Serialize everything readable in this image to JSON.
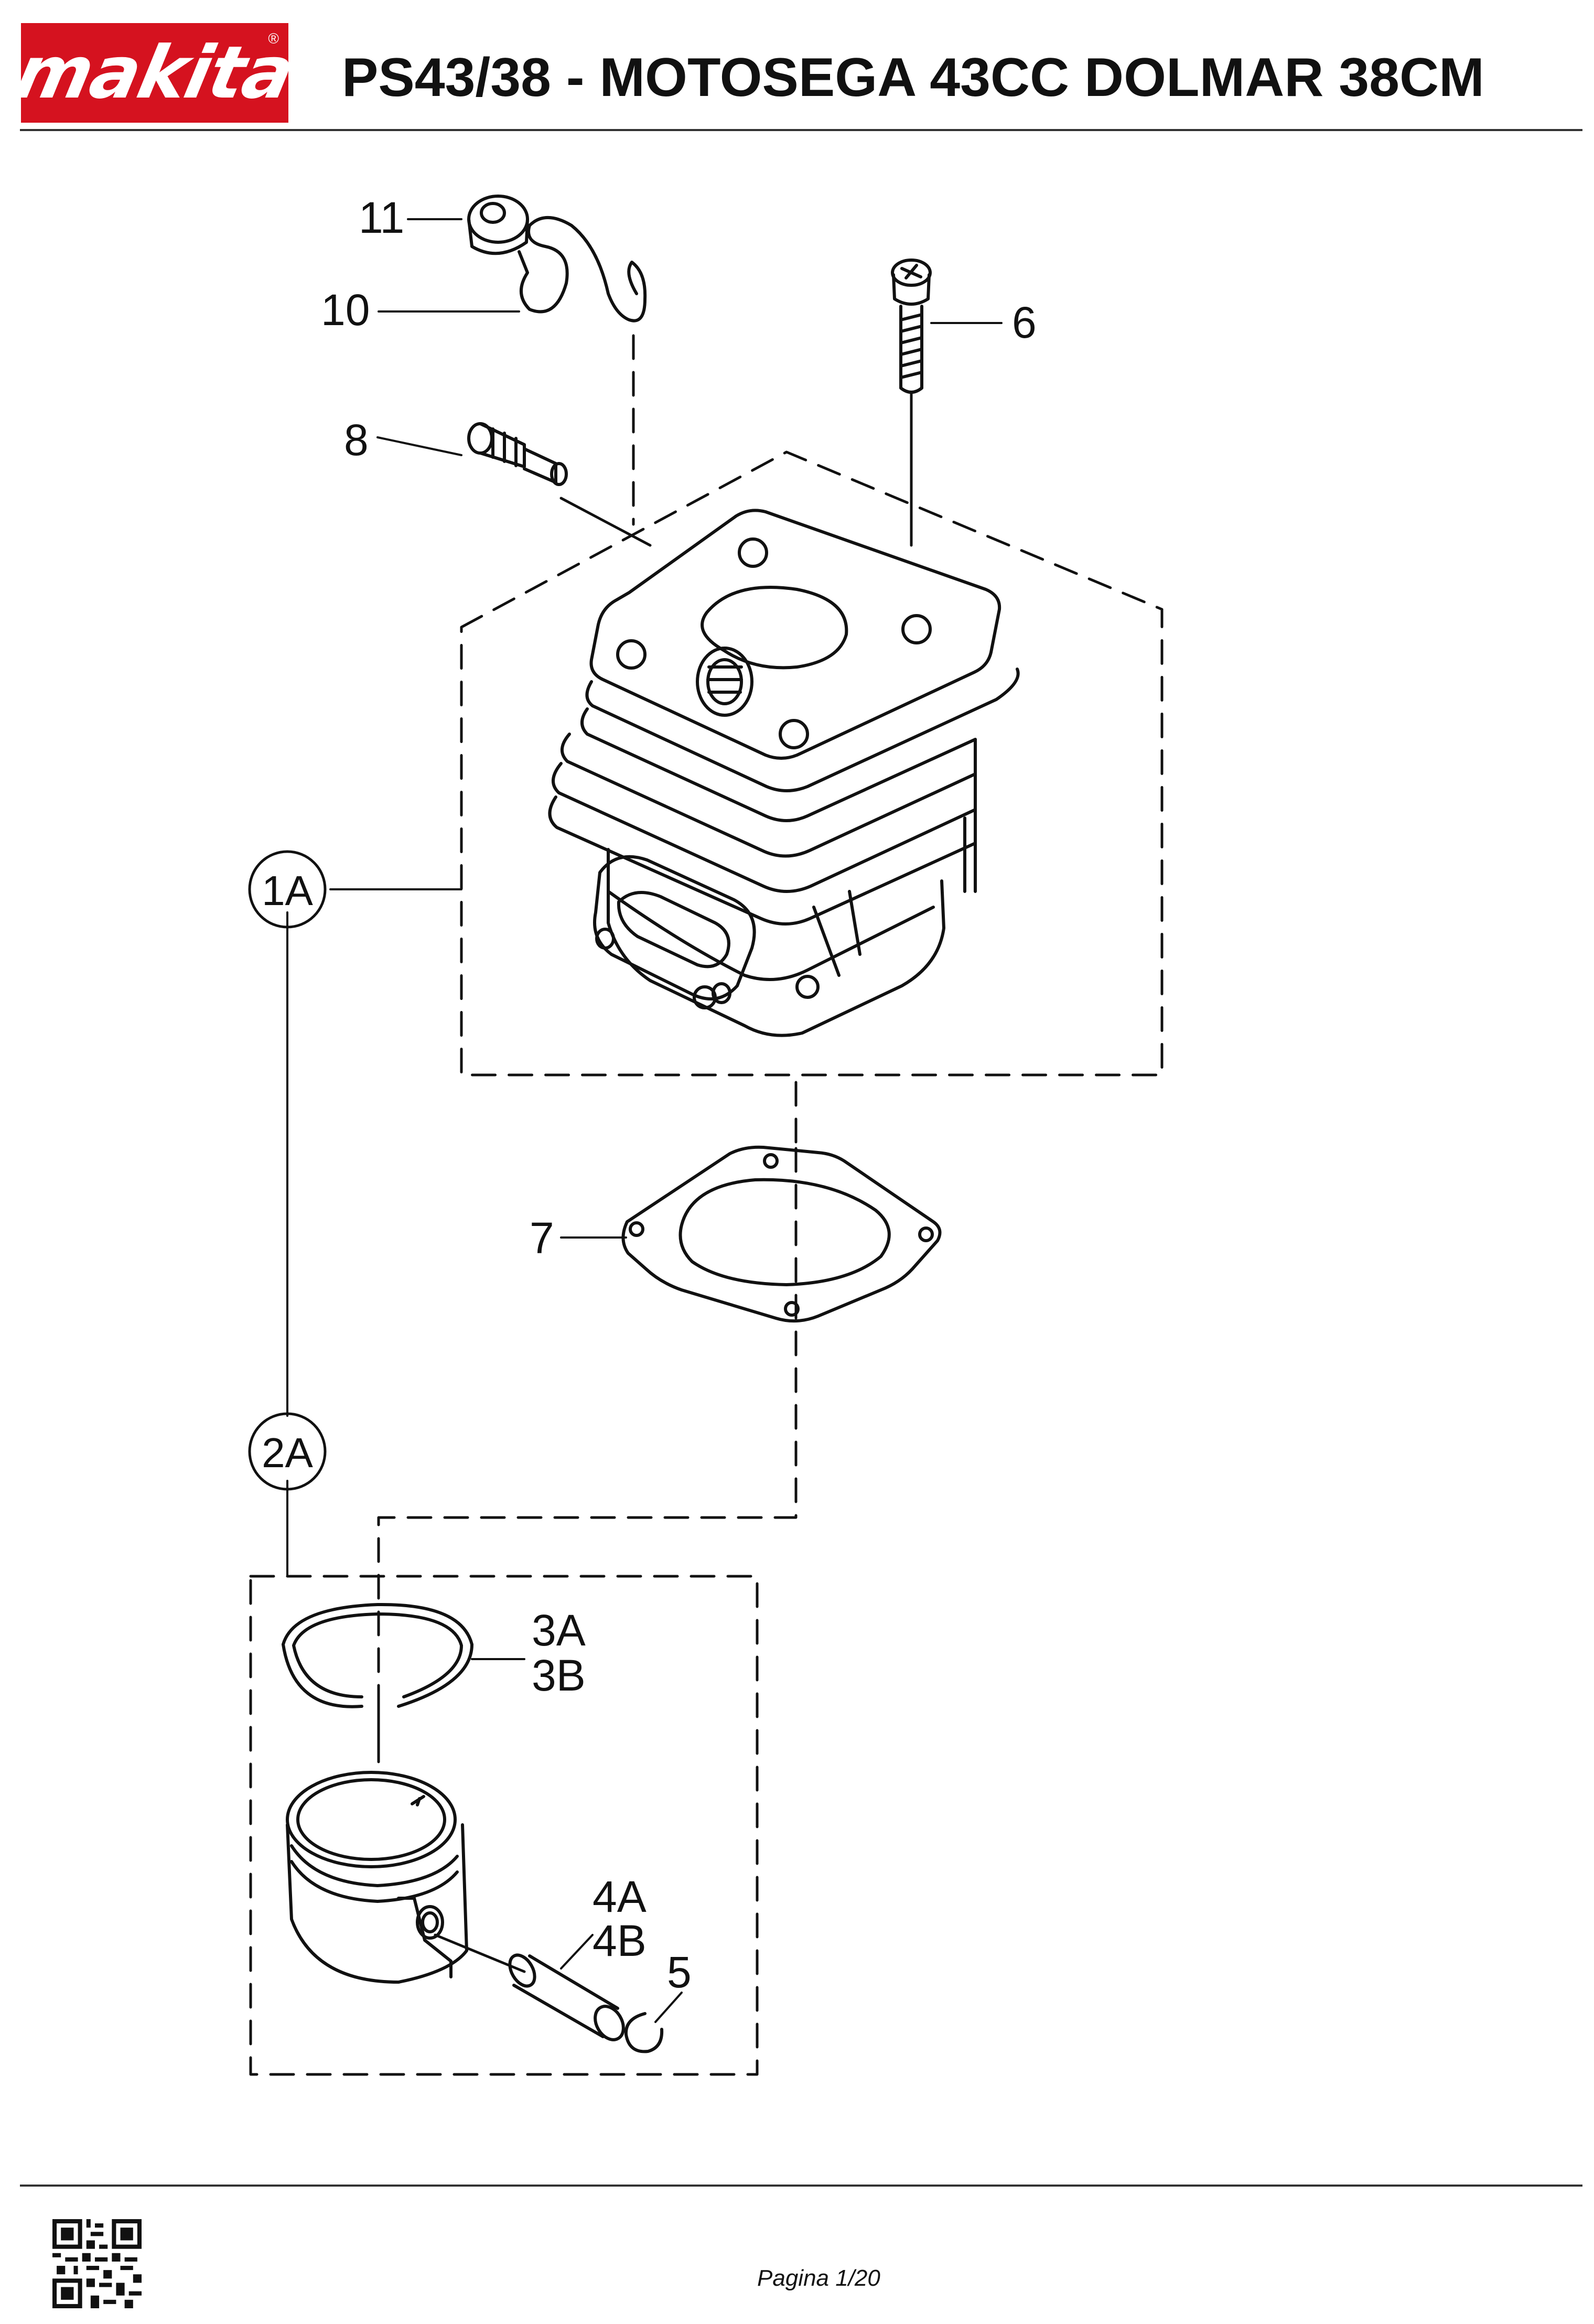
{
  "header": {
    "logo_text": "makita",
    "logo_color": "#d5121f",
    "title": "PS43/38 - MOTOSEGA 43CC DOLMAR 38CM"
  },
  "diagram": {
    "callouts": {
      "p11": "11",
      "p10": "10",
      "p6": "6",
      "p8": "8",
      "p1A": "1A",
      "p7": "7",
      "p2A": "2A",
      "p3A": "3A",
      "p3B": "3B",
      "p4A": "4A",
      "p4B": "4B",
      "p5": "5"
    },
    "parts": [
      "cylinder-assembly",
      "spark-plug-cap",
      "spring-clip",
      "decompression-valve",
      "screw",
      "cylinder-gasket",
      "piston-ring",
      "piston",
      "piston-pin",
      "circlip"
    ]
  },
  "footer": {
    "page_label": "Pagina 1/20"
  }
}
